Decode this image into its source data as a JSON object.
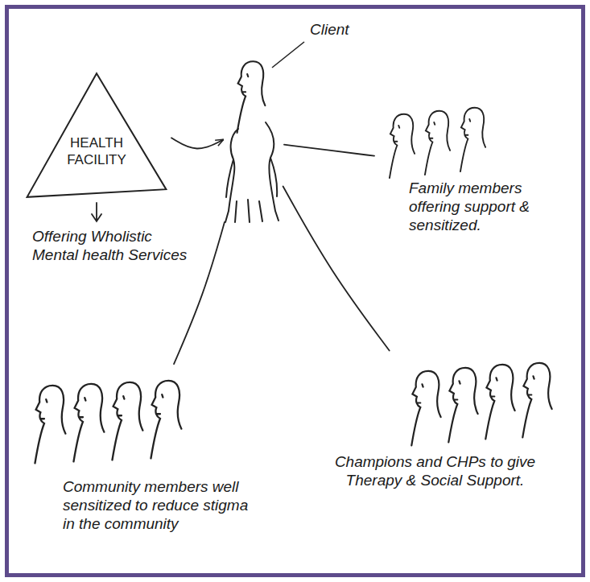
{
  "diagram": {
    "nodes": [
      {
        "text": [
          "HEALTH FACILITY"
        ]
      },
      {
        "text": [
          "Client"
        ]
      },
      {
        "text": [
          "Family members offering support & sensitized."
        ]
      },
      {
        "text": [
          "Community members well sensitized to reduce stigma in the community"
        ]
      },
      {
        "text": [
          "Champions and CHPs to give Therapy & Social Support."
        ]
      }
    ],
    "edges": [
      {
        "from": 0,
        "to": 1,
        "arrow": "to"
      },
      {
        "from": 1,
        "to": 2,
        "arrow": "none"
      },
      {
        "from": 1,
        "to": 3,
        "arrow": "none"
      },
      {
        "from": 1,
        "to": 4,
        "arrow": "none"
      }
    ],
    "labels": [
      "Offering Wholistic Mental health Services"
    ]
  }
}
